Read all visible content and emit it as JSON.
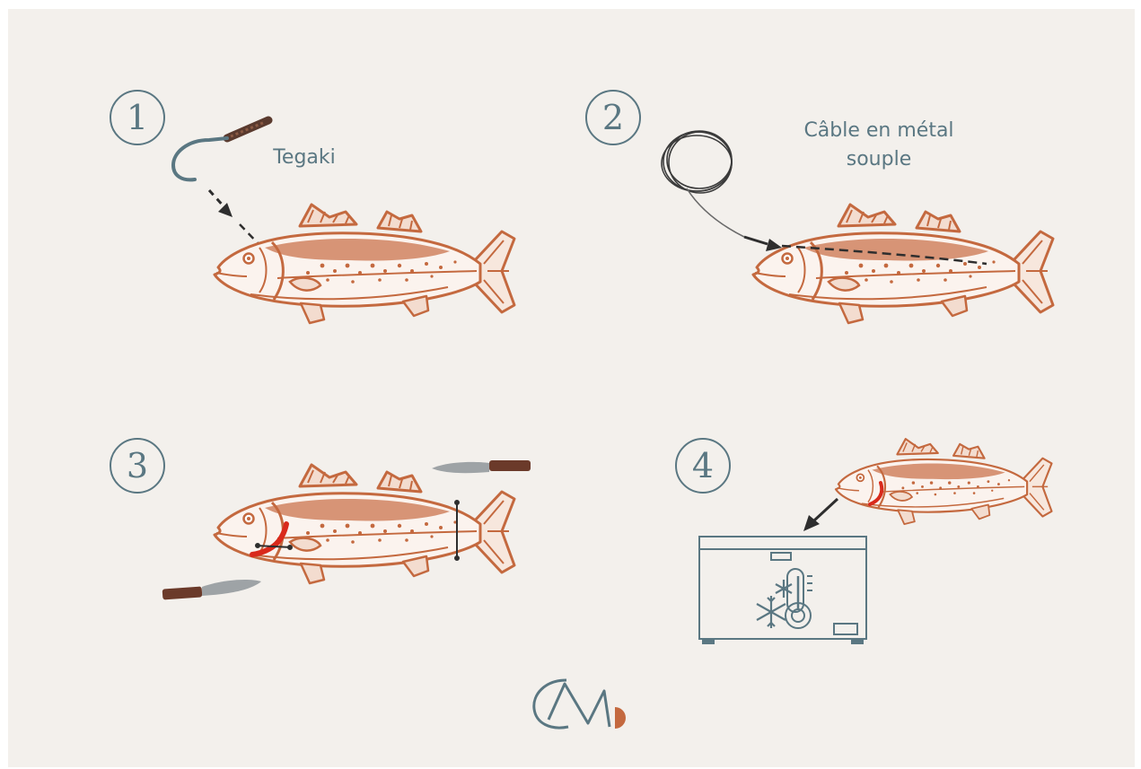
{
  "steps": [
    {
      "number": "1",
      "label": "Tegaki"
    },
    {
      "number": "2",
      "label_line1": "Câble en métal",
      "label_line2": "souple"
    },
    {
      "number": "3"
    },
    {
      "number": "4"
    }
  ],
  "colors": {
    "background": "#f3f0ec",
    "fish": "#c4693f",
    "ink": "#5a7782",
    "arrow": "#2e2e2e",
    "gill_cut": "#d92a1c",
    "knife_handle": "#6b3a2a",
    "knife_blade": "#9ea3a6"
  },
  "icons": [
    "tegaki-hook-icon",
    "cable-coil-icon",
    "knife-icon",
    "freezer-icon",
    "snowflake-icon",
    "thermometer-icon",
    "logo-icon"
  ]
}
